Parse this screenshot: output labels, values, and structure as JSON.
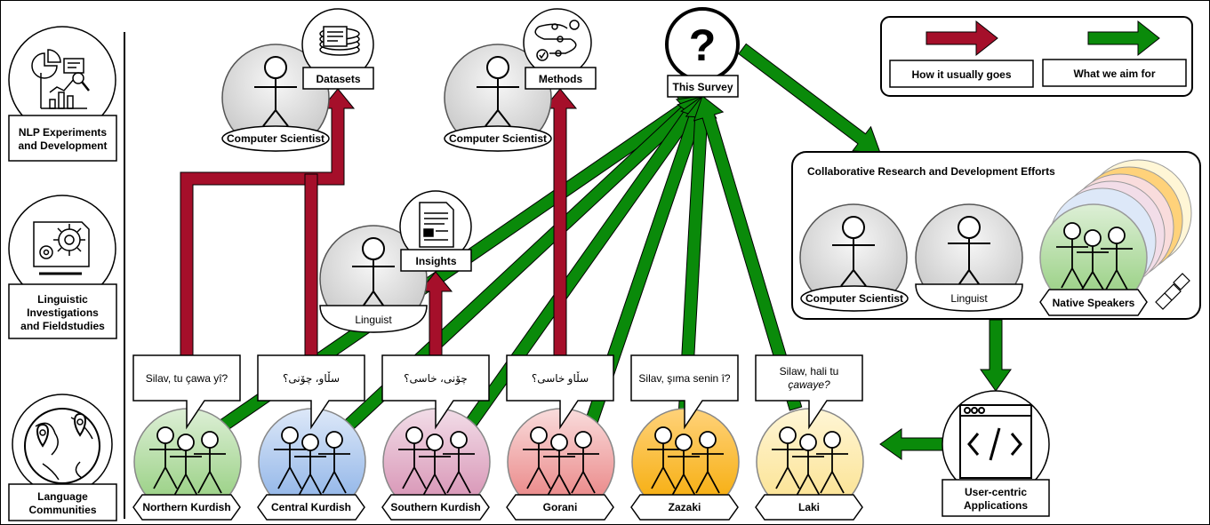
{
  "sidebar": {
    "nlp": "NLP Experiments\nand Development",
    "ling": "Linguistic\nInvestigations\nand Fieldstudies",
    "lang": "Language\nCommunities"
  },
  "legend": {
    "usual": "How it usually goes",
    "aim": "What we aim for",
    "usual_color": "#a50f2a",
    "aim_color": "#0a8a0a"
  },
  "top": {
    "cs1_role": "Computer Scientist",
    "datasets": "Datasets",
    "cs2_role": "Computer Scientist",
    "methods": "Methods",
    "survey": "This Survey",
    "question": "?"
  },
  "middle": {
    "linguist_role": "Linguist",
    "insights": "Insights"
  },
  "collab": {
    "title": "Collaborative Research and Development Efforts",
    "cs": "Computer Scientist",
    "linguist": "Linguist",
    "natives": "Native Speakers"
  },
  "apps": {
    "label": "User-centric\nApplications"
  },
  "communities": [
    {
      "name": "Northern Kurdish",
      "greeting": "Silav, tu çawa yî?",
      "color1": "#ddefd6",
      "color2": "#8fcc78"
    },
    {
      "name": "Central Kurdish",
      "greeting": "سڵاو، چۆنی؟",
      "color1": "#dde8f8",
      "color2": "#86aee6"
    },
    {
      "name": "Southern Kurdish",
      "greeting": "چۆنی، خاسی؟",
      "color1": "#f2dde8",
      "color2": "#d48aae"
    },
    {
      "name": "Gorani",
      "greeting": "سڵاو خاسی؟",
      "color1": "#f9dcdc",
      "color2": "#e87a7a"
    },
    {
      "name": "Zazaki",
      "greeting": "Silav, şıma senin î?",
      "color1": "#ffd27a",
      "color2": "#f5a900"
    },
    {
      "name": "Laki",
      "greeting": "Silaw, hali tu\nçawaye?",
      "color1": "#fff6d6",
      "color2": "#fbe08a"
    }
  ]
}
